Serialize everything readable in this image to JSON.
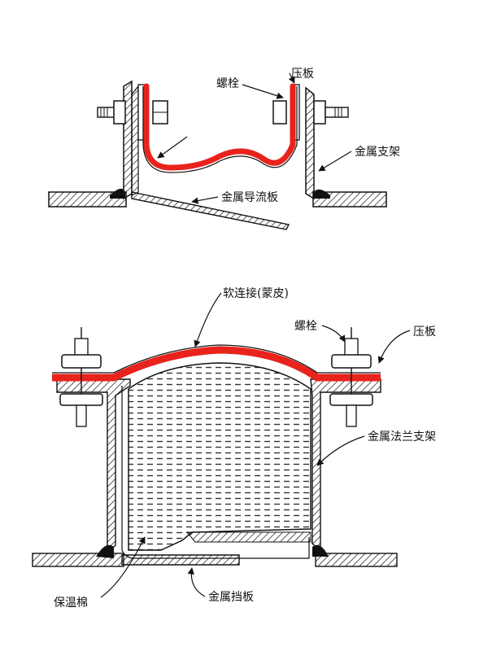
{
  "top_diagram": {
    "labels": {
      "bolt": "螺栓",
      "clamp_plate": "压板",
      "metal_bracket": "金属支架",
      "metal_deflector": "金属导流板"
    }
  },
  "bottom_diagram": {
    "labels": {
      "soft_connection": "软连接(蒙皮)",
      "bolt": "螺栓",
      "clamp_plate": "压板",
      "metal_flange_bracket": "金属法兰支架",
      "insulation_cotton": "保温棉",
      "metal_baffle": "金属挡板"
    }
  },
  "colors": {
    "fabric": "#e8231c",
    "line": "#111111",
    "background": "#ffffff"
  }
}
